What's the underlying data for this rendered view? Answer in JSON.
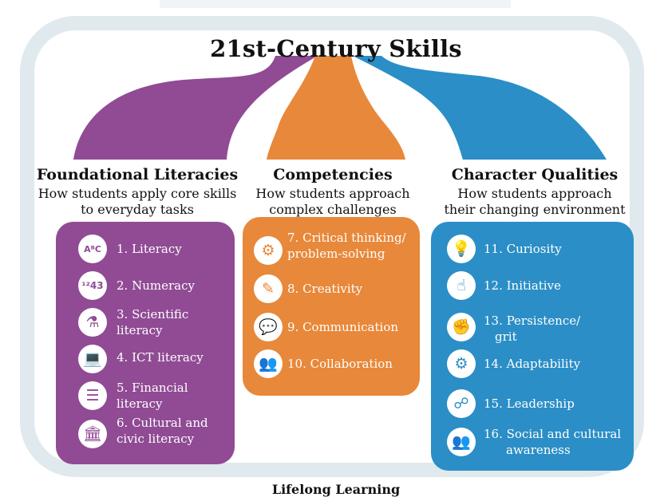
{
  "title": "21st-Century Skills",
  "footer": "Lifelong Learning",
  "colors": {
    "foundational": "#904b94",
    "competencies": "#e8883a",
    "character": "#2b8ec6",
    "frame": "#dfe9ee"
  },
  "columns": [
    {
      "title": "Foundational Literacies",
      "desc_line1": "How students apply core skills",
      "desc_line2": "to everyday tasks",
      "items": [
        {
          "line1": "1. Literacy",
          "line2": "",
          "icon": "letters-abcde-icon"
        },
        {
          "line1": "2. Numeracy",
          "line2": "",
          "icon": "numbers-icon"
        },
        {
          "line1": "3. Scientific",
          "line2": "literacy",
          "icon": "flask-icon"
        },
        {
          "line1": "4. ICT literacy",
          "line2": "",
          "icon": "laptop-icon"
        },
        {
          "line1": "5. Financial",
          "line2": "literacy",
          "icon": "coin-stack-icon"
        },
        {
          "line1": "6. Cultural and",
          "line2": "civic literacy",
          "icon": "column-icon"
        }
      ]
    },
    {
      "title": "Competencies",
      "desc_line1": "How students approach",
      "desc_line2": "complex challenges",
      "items": [
        {
          "line1": "7. Critical thinking/",
          "line2": "problem-solving",
          "icon": "head-gears-icon"
        },
        {
          "line1": "8. Creativity",
          "line2": "",
          "icon": "pencil-ruler-icon"
        },
        {
          "line1": "9. Communication",
          "line2": "",
          "icon": "speech-bubble-icon"
        },
        {
          "line1": "10. Collaboration",
          "line2": "",
          "icon": "people-group-icon"
        }
      ]
    },
    {
      "title": "Character Qualities",
      "desc_line1": "How students approach",
      "desc_line2": "their changing environment",
      "items": [
        {
          "line1": "11. Curiosity",
          "line2": "",
          "icon": "lightbulb-icon"
        },
        {
          "line1": "12. Initiative",
          "line2": "",
          "icon": "hand-pointer-icon"
        },
        {
          "line1": "13. Persistence/",
          "line2": "grit",
          "icon": "fist-icon"
        },
        {
          "line1": "14. Adaptability",
          "line2": "",
          "icon": "gears-icon"
        },
        {
          "line1": "15. Leadership",
          "line2": "",
          "icon": "hierarchy-icon"
        },
        {
          "line1": "16. Social and cultural",
          "line2": "awareness",
          "icon": "people-icon"
        }
      ]
    }
  ]
}
